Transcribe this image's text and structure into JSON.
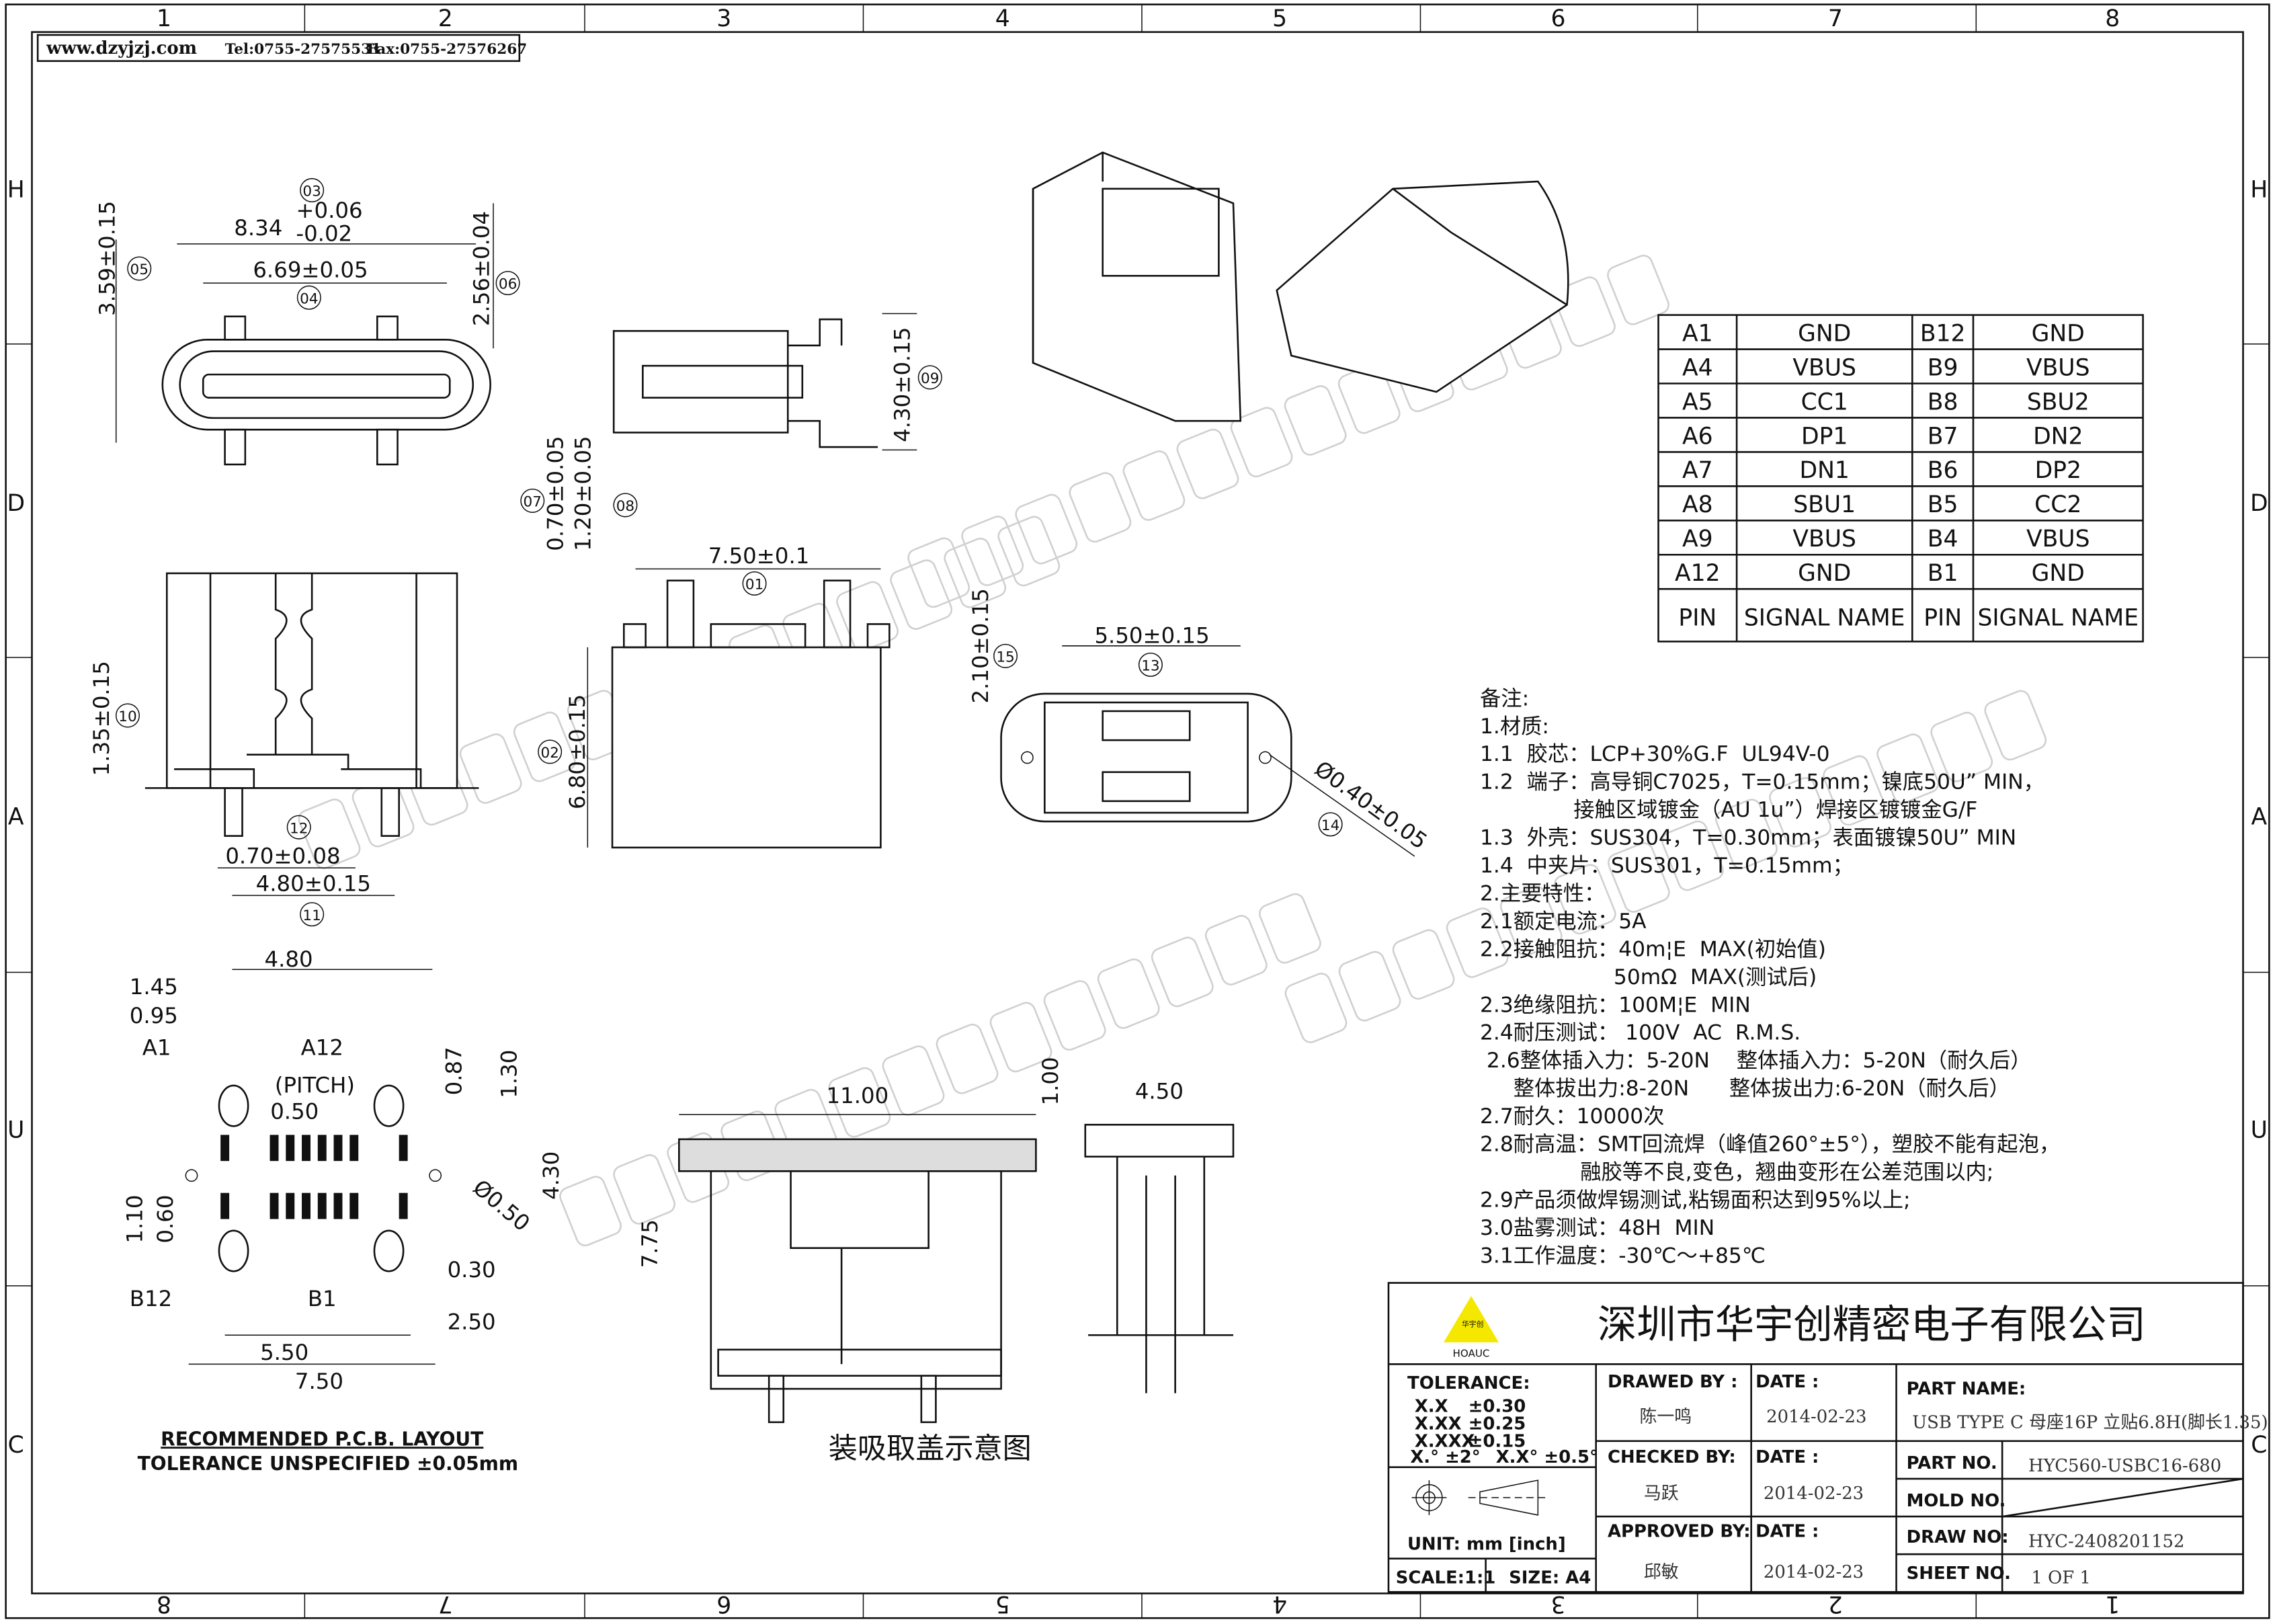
{
  "header": {
    "site": "www.dzyjzj.com",
    "tel": "Tel:0755-27575531",
    "fax": "Fax:0755-27576267"
  },
  "grid": {
    "columns_top": [
      "1",
      "2",
      "3",
      "4",
      "5",
      "6",
      "7",
      "8"
    ],
    "columns_bottom": [
      "8",
      "7",
      "6",
      "5",
      "4",
      "3",
      "2",
      "1"
    ],
    "rows": [
      "H",
      "D",
      "A",
      "U",
      "C"
    ]
  },
  "watermark": "WWW.DZYJZJ.COM",
  "pin_table": {
    "rows": [
      [
        "A1",
        "GND",
        "B12",
        "GND"
      ],
      [
        "A4",
        "VBUS",
        "B9",
        "VBUS"
      ],
      [
        "A5",
        "CC1",
        "B8",
        "SBU2"
      ],
      [
        "A6",
        "DP1",
        "B7",
        "DN2"
      ],
      [
        "A7",
        "DN1",
        "B6",
        "DP2"
      ],
      [
        "A8",
        "SBU1",
        "B5",
        "CC2"
      ],
      [
        "A9",
        "VBUS",
        "B4",
        "VBUS"
      ],
      [
        "A12",
        "GND",
        "B1",
        "GND"
      ]
    ],
    "header": [
      "PIN",
      "SIGNAL NAME",
      "PIN",
      "SIGNAL NAME"
    ]
  },
  "notes": [
    "备注:",
    "1.材质:",
    "1.1  胶芯：LCP+30%G.F  UL94V-0",
    "1.2  端子：高导铜C7025，T=0.15mm；镍底50U” MIN，",
    "              接触区域镀金（AU 1u”）焊接区镀镀金G/F",
    "1.3  外壳：SUS304，T=0.30mm；表面镀镍50U” MIN",
    "1.4  中夹片：SUS301，T=0.15mm；",
    "2.主要特性：",
    "2.1额定电流：5A",
    "2.2接触阻抗：40m¦E  MAX(初始值)",
    "                    50mΩ  MAX(测试后)",
    "2.3绝缘阻抗：100M¦E  MIN",
    "2.4耐压测试： 100V  AC  R.M.S.",
    " 2.6整体插入力：5-20N    整体插入力：5-20N（耐久后）",
    "     整体拔出力:8-20N      整体拔出力:6-20N（耐久后）",
    "2.7耐久：10000次",
    "2.8耐高温：SMT回流焊（峰值260°±5°），塑胶不能有起泡，",
    "               融胶等不良,变色，翘曲变形在公差范围以内;",
    "2.9产品须做焊锡测试,粘锡面积达到95%以上;",
    "3.0盐雾测试：48H  MIN",
    "3.1工作温度：-30℃～+85℃"
  ],
  "dimensions": {
    "top_view": {
      "c03": "03",
      "d834": "8.34",
      "tol_plus": "+0.06",
      "tol_minus": "-0.02",
      "d669": "6.69±0.05",
      "c04": "04",
      "d359": "3.59±0.15",
      "c05": "05",
      "d256": "2.56±0.04",
      "c06": "06"
    },
    "side_view": {
      "d430": "4.30±0.15",
      "c09": "09",
      "d070": "0.70±0.05",
      "d120": "1.20±0.05",
      "c07": "07",
      "c08": "08"
    },
    "front_view": {
      "d750": "7.50±0.1",
      "c01": "01",
      "d680": "6.80±0.15",
      "c02": "02"
    },
    "left_view": {
      "d135": "1.35±0.15",
      "c10": "10",
      "c12": "12",
      "d070": "0.70±0.08",
      "d480": "4.80±0.15",
      "c11": "11"
    },
    "bottom_view": {
      "d550": "5.50±0.15",
      "c13": "13",
      "d210": "2.10±0.15",
      "c15": "15",
      "d040": "Ø0.40±0.05",
      "c14": "14"
    },
    "pcb": {
      "d480": "4.80",
      "d145": "1.45",
      "d095": "0.95",
      "a1": "A1",
      "a12": "A12",
      "pitch": "(PITCH)",
      "d050": "0.50",
      "d087": "0.87",
      "d130": "1.30",
      "d430": "4.30",
      "dphi": "Ø0.50",
      "d110": "1.10",
      "d060": "0.60",
      "d030": "0.30",
      "b12": "B12",
      "b1": "B1",
      "d250": "2.50",
      "d550": "5.50",
      "d750": "7.50",
      "title": "RECOMMENDED  P.C.B. LAYOUT",
      "tolerance": "TOLERANCE UNSPECIFIED ±0.05mm"
    },
    "cap": {
      "d1100": "11.00",
      "d100": "1.00",
      "d450": "4.50",
      "d775": "7.75",
      "caption": "装吸取盖示意图"
    }
  },
  "title_block": {
    "company": "深圳市华宇创精密电子有限公司",
    "logo_text": "HOAUC",
    "logo_cn": "华宇创",
    "tolerance_label": "TOLERANCE:",
    "tolerances": [
      [
        "X.X",
        "±0.30"
      ],
      [
        "X.XX",
        "±0.25"
      ],
      [
        "X.XXX",
        "±0.15"
      ]
    ],
    "angle_tol": [
      "X.° ±2°",
      "X.X° ±0.5°"
    ],
    "unit": "UNIT:  mm  [inch]",
    "scale": "SCALE:1:1",
    "size": "SIZE:  A4",
    "drawed_by_label": "DRAWED  BY :",
    "drawed_by": "陈一鸣",
    "checked_by_label": "CHECKED  BY:",
    "checked_by": "马跃",
    "approved_by_label": "APPROVED  BY:",
    "approved_by": "邱敏",
    "date_label": "DATE  :",
    "dates": [
      "2014-02-23",
      "2014-02-23",
      "2014-02-23"
    ],
    "part_name_label": "PART  NAME:",
    "part_name": "USB TYPE C 母座16P 立贴6.8H(脚长1.35)",
    "part_no_label": "PART  NO.",
    "part_no": "HYC560-USBC16-680",
    "mold_no_label": "MOLD  NO.",
    "draw_no_label": "DRAW  NO:",
    "draw_no": "HYC-2408201152",
    "sheet_no_label": "SHEET  NO.",
    "sheet_no": "1  OF  1",
    "logo_color": "#f5e800"
  }
}
